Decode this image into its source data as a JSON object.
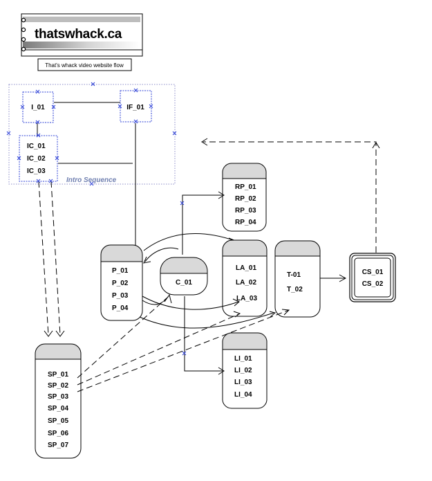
{
  "logo": {
    "text": "thatswhack.ca",
    "caption": "That's whack video website flow"
  },
  "group": {
    "label": "Intro Sequence"
  },
  "nodes": {
    "I": [
      "I_01"
    ],
    "IF": [
      "IF_01"
    ],
    "IC": [
      "IC_01",
      "IC_02",
      "IC_03"
    ],
    "RP": [
      "RP_01",
      "RP_02",
      "RP_03",
      "RP_04"
    ],
    "P": [
      "P_01",
      "P_02",
      "P_03",
      "P_04"
    ],
    "C": [
      "C_01"
    ],
    "LA": [
      "LA_01",
      "LA_02",
      "LA_03"
    ],
    "T": [
      "T-01",
      "T_02"
    ],
    "CS": [
      "CS_01",
      "CS_02"
    ],
    "LI": [
      "LI_01",
      "LI_02",
      "LI_03",
      "LI_04"
    ],
    "SP": [
      "SP_01",
      "SP_02",
      "SP_03",
      "SP_04",
      "SP_05",
      "SP_06",
      "SP_07"
    ]
  },
  "colors": {
    "line": "#000000",
    "header_gray": "#d9d9d9",
    "selection_blue": "#2b3fd6",
    "group_border": "#8a8ac8",
    "logo_stripe": "#a9a9a9"
  }
}
